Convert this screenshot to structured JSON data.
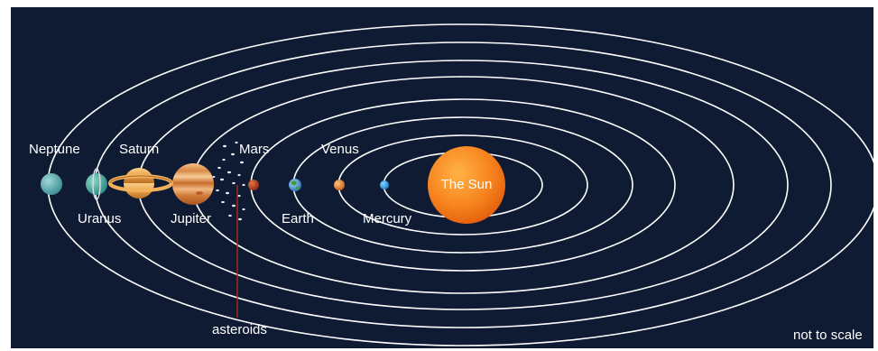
{
  "colors": {
    "background": "#0f1a33",
    "orbit": "#ffffff",
    "label": "#ffffff",
    "sun": "#f7841e",
    "asteroid_pointer": "#b3261e"
  },
  "labels": {
    "sun": "The Sun",
    "mercury": "Mercury",
    "venus": "Venus",
    "earth": "Earth",
    "mars": "Mars",
    "jupiter": "Jupiter",
    "saturn": "Saturn",
    "uranus": "Uranus",
    "neptune": "Neptune",
    "asteroids": "asteroids",
    "scale_note": "not to scale"
  }
}
